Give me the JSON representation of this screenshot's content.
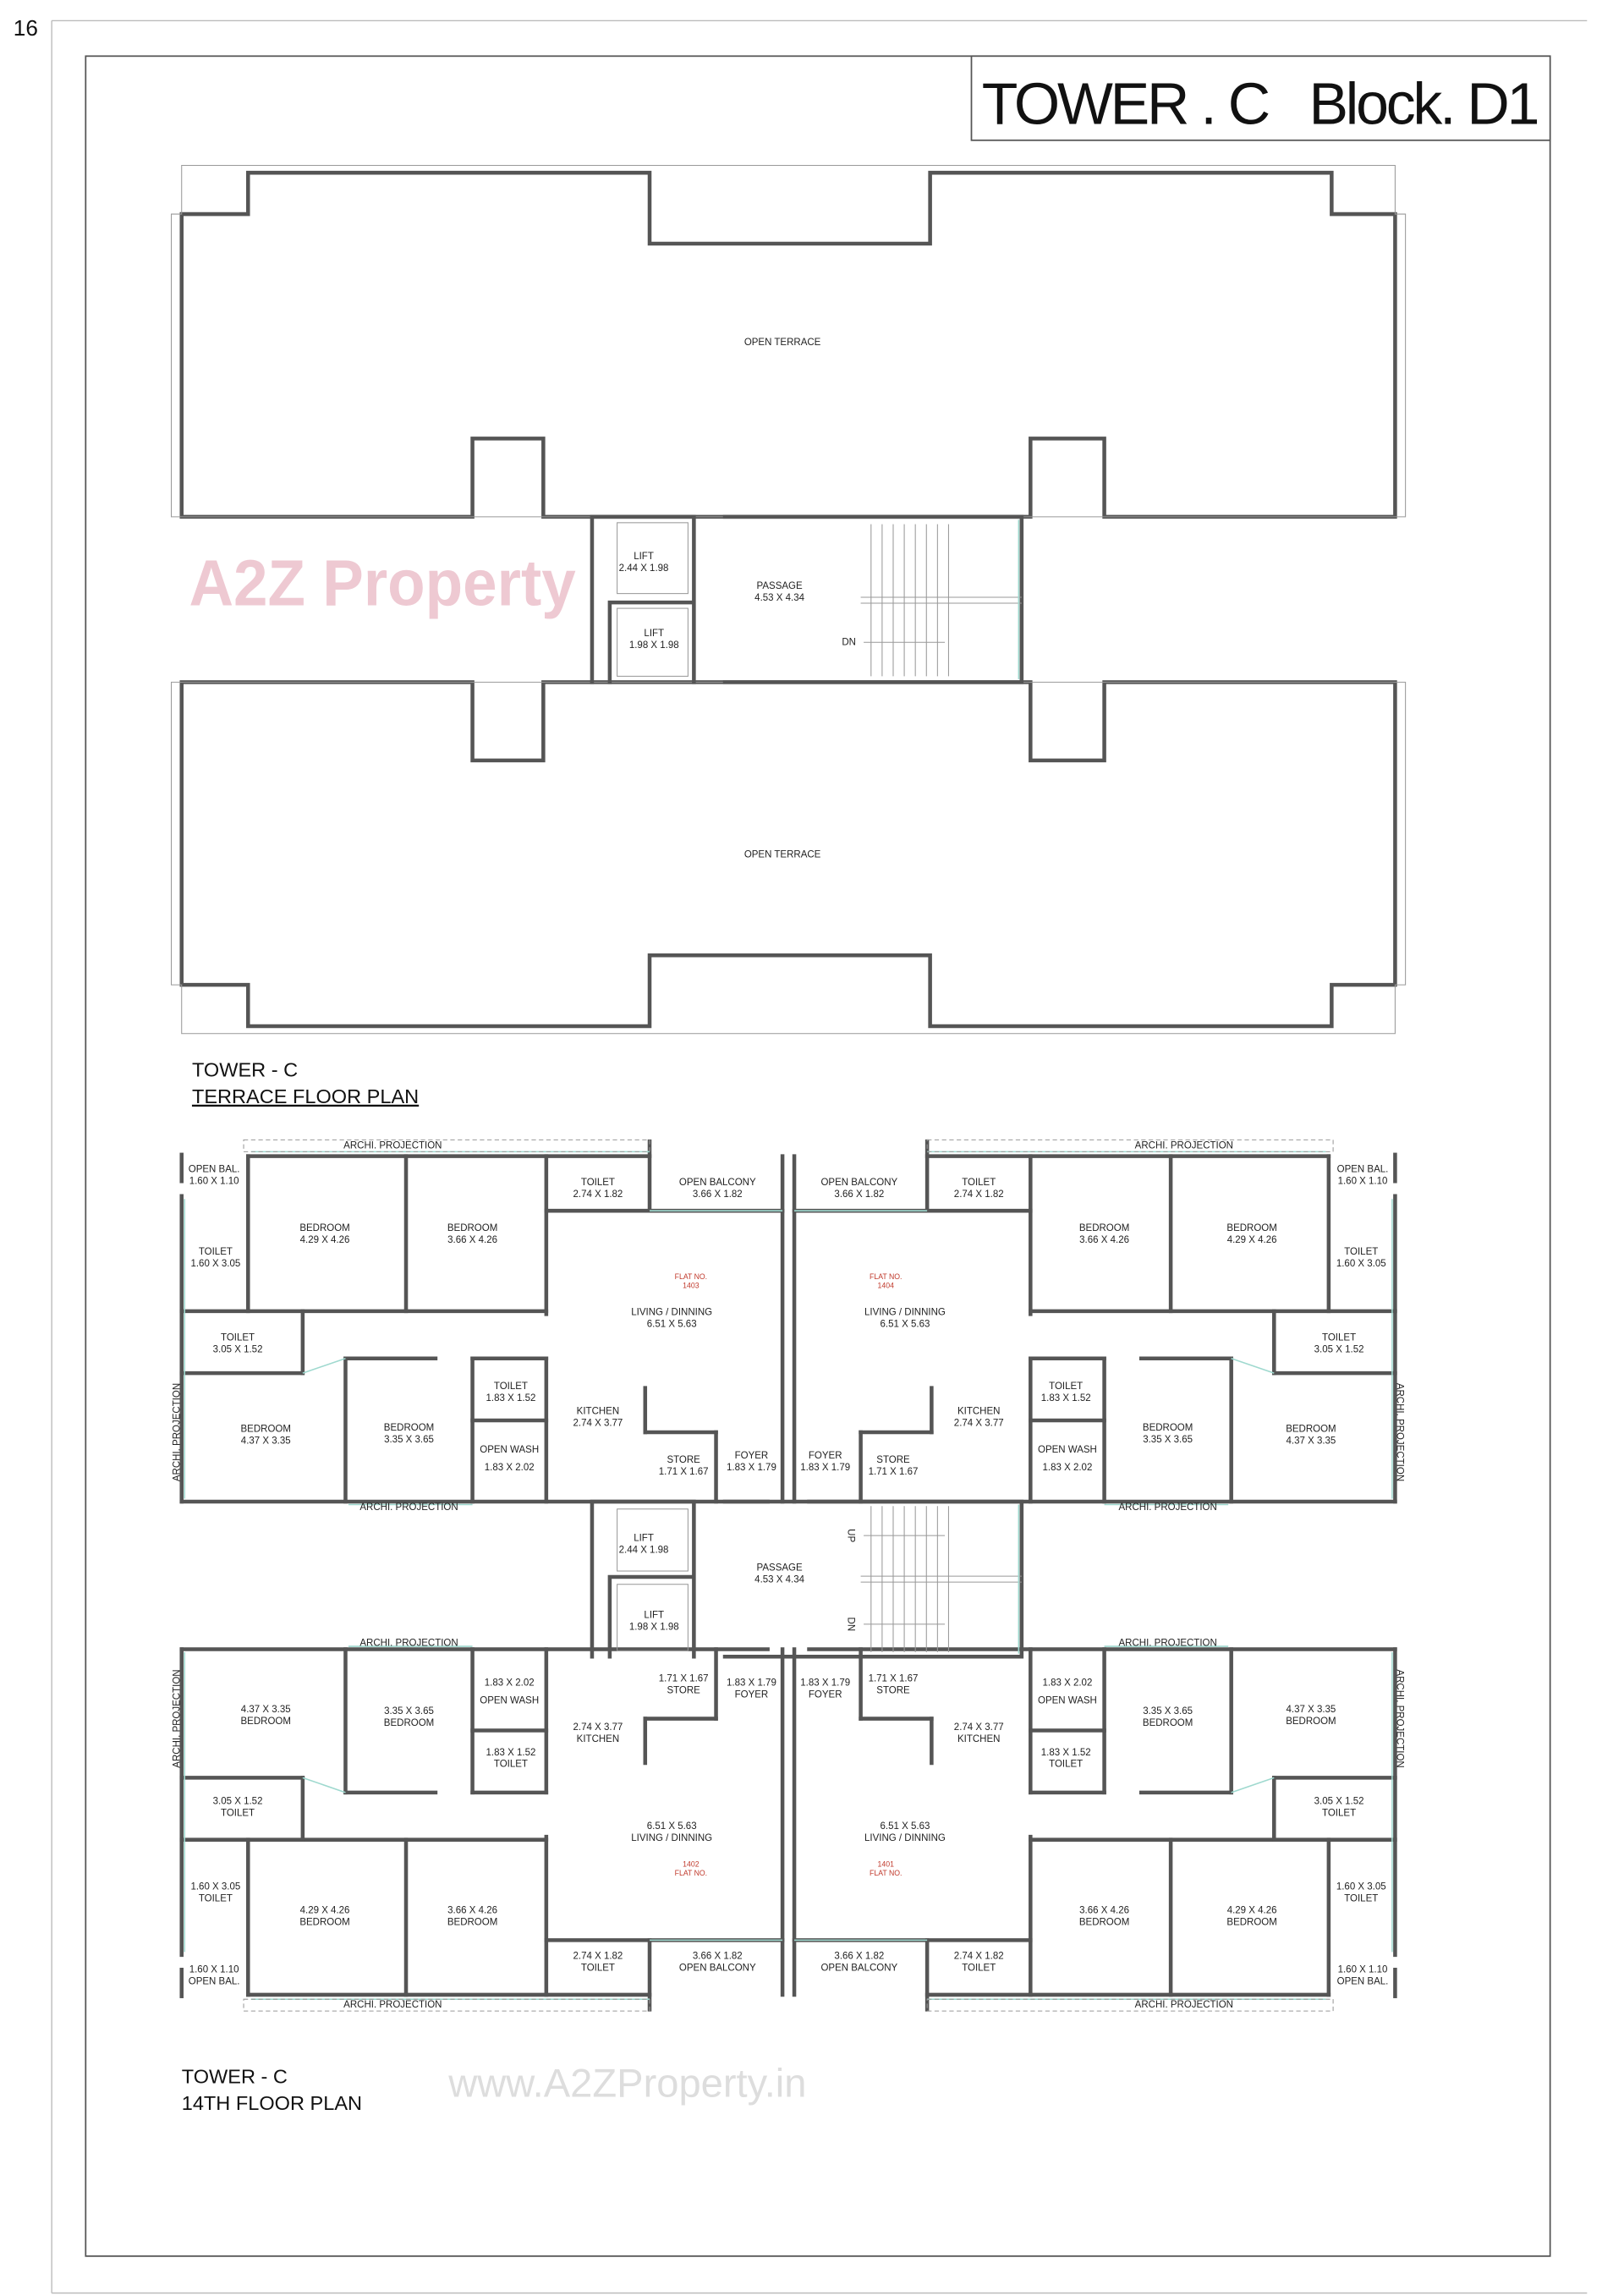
{
  "page_number": "16",
  "title": "TOWER . C   Block. D1",
  "watermark": {
    "logo": "A2Z Property",
    "url": "www.A2ZProperty.in"
  },
  "colors": {
    "walls": "#555555",
    "flat_number": "#c0392b",
    "glazing": "#9fd9cf"
  },
  "terrace": {
    "caption_line1": "TOWER - C",
    "caption_line2": "TERRACE FLOOR PLAN",
    "open_terrace": "OPEN TERRACE",
    "core": {
      "lift_a": {
        "name": "LIFT",
        "size": "2.44 X 1.98"
      },
      "lift_b": {
        "name": "LIFT",
        "size": "1.98 X 1.98"
      },
      "passage": {
        "name": "PASSAGE",
        "size": "4.53 X 4.34"
      },
      "dn": "DN"
    }
  },
  "typical": {
    "caption_line1": "TOWER - C",
    "caption_line2": "14TH FLOOR PLAN",
    "archi_projection": "ARCHI. PROJECTION",
    "core": {
      "lift_a": {
        "name": "LIFT",
        "size": "2.44 X 1.98"
      },
      "lift_b": {
        "name": "LIFT",
        "size": "1.98 X 1.98"
      },
      "passage": {
        "name": "PASSAGE",
        "size": "4.53 X 4.34"
      },
      "up": "UP",
      "dn": "DN"
    },
    "flats": [
      {
        "flat_no_label": "FLAT NO.",
        "flat_no": "1403",
        "rooms": [
          {
            "name": "OPEN BAL.",
            "size": "1.60 X 1.10"
          },
          {
            "name": "TOILET",
            "size": "1.60 X 3.05"
          },
          {
            "name": "BEDROOM",
            "size": "4.29 X 4.26"
          },
          {
            "name": "BEDROOM",
            "size": "3.66 X 4.26"
          },
          {
            "name": "TOILET",
            "size": "2.74 X 1.82"
          },
          {
            "name": "OPEN BALCONY",
            "size": "3.66 X 1.82"
          },
          {
            "name": "LIVING / DINNING",
            "size": "6.51 X 5.63"
          },
          {
            "name": "TOILET",
            "size": "3.05 X 1.52"
          },
          {
            "name": "BEDROOM",
            "size": "4.37 X 3.35"
          },
          {
            "name": "BEDROOM",
            "size": "3.35 X 3.65"
          },
          {
            "name": "TOILET",
            "size": "1.83 X 1.52"
          },
          {
            "name": "OPEN WASH",
            "size": "1.83 X 2.02"
          },
          {
            "name": "KITCHEN",
            "size": "2.74 X 3.77"
          },
          {
            "name": "STORE",
            "size": "1.71 X 1.67"
          },
          {
            "name": "FOYER",
            "size": "1.83 X 1.79"
          }
        ]
      },
      {
        "flat_no_label": "FLAT NO.",
        "flat_no": "1404",
        "rooms": [
          {
            "name": "OPEN BAL.",
            "size": "1.60 X 1.10"
          },
          {
            "name": "TOILET",
            "size": "1.60 X 3.05"
          },
          {
            "name": "BEDROOM",
            "size": "4.29 X 4.26"
          },
          {
            "name": "BEDROOM",
            "size": "3.66 X 4.26"
          },
          {
            "name": "TOILET",
            "size": "2.74 X 1.82"
          },
          {
            "name": "OPEN BALCONY",
            "size": "3.66 X 1.82"
          },
          {
            "name": "LIVING / DINNING",
            "size": "6.51 X 5.63"
          },
          {
            "name": "TOILET",
            "size": "3.05 X 1.52"
          },
          {
            "name": "BEDROOM",
            "size": "4.37 X 3.35"
          },
          {
            "name": "BEDROOM",
            "size": "3.35 X 3.65"
          },
          {
            "name": "TOILET",
            "size": "1.83 X 1.52"
          },
          {
            "name": "OPEN WASH",
            "size": "1.83 X 2.02"
          },
          {
            "name": "KITCHEN",
            "size": "2.74 X 3.77"
          },
          {
            "name": "STORE",
            "size": "1.71 X 1.67"
          },
          {
            "name": "FOYER",
            "size": "1.83 X 1.79"
          }
        ]
      },
      {
        "flat_no_label": "FLAT NO.",
        "flat_no": "1402",
        "rooms": [
          {
            "name": "OPEN BAL.",
            "size": "1.60 X 1.10"
          },
          {
            "name": "TOILET",
            "size": "1.60 X 3.05"
          },
          {
            "name": "BEDROOM",
            "size": "4.29 X 4.26"
          },
          {
            "name": "BEDROOM",
            "size": "3.66 X 4.26"
          },
          {
            "name": "TOILET",
            "size": "2.74 X 1.82"
          },
          {
            "name": "OPEN BALCONY",
            "size": "3.66 X 1.82"
          },
          {
            "name": "LIVING / DINNING",
            "size": "6.51 X 5.63"
          },
          {
            "name": "TOILET",
            "size": "3.05 X 1.52"
          },
          {
            "name": "BEDROOM",
            "size": "4.37 X 3.35"
          },
          {
            "name": "BEDROOM",
            "size": "3.35 X 3.65"
          },
          {
            "name": "TOILET",
            "size": "1.83 X 1.52"
          },
          {
            "name": "OPEN WASH",
            "size": "1.83 X 2.02"
          },
          {
            "name": "KITCHEN",
            "size": "2.74 X 3.77"
          },
          {
            "name": "STORE",
            "size": "1.71 X 1.67"
          },
          {
            "name": "FOYER",
            "size": "1.83 X 1.79"
          }
        ]
      },
      {
        "flat_no_label": "FLAT NO.",
        "flat_no": "1401",
        "rooms": [
          {
            "name": "OPEN BAL.",
            "size": "1.60 X 1.10"
          },
          {
            "name": "TOILET",
            "size": "1.60 X 3.05"
          },
          {
            "name": "BEDROOM",
            "size": "4.29 X 4.26"
          },
          {
            "name": "BEDROOM",
            "size": "3.66 X 4.26"
          },
          {
            "name": "TOILET",
            "size": "2.74 X 1.82"
          },
          {
            "name": "OPEN BALCONY",
            "size": "3.66 X 1.82"
          },
          {
            "name": "LIVING / DINNING",
            "size": "6.51 X 5.63"
          },
          {
            "name": "TOILET",
            "size": "3.05 X 1.52"
          },
          {
            "name": "BEDROOM",
            "size": "4.37 X 3.35"
          },
          {
            "name": "BEDROOM",
            "size": "3.35 X 3.65"
          },
          {
            "name": "TOILET",
            "size": "1.83 X 1.52"
          },
          {
            "name": "OPEN WASH",
            "size": "1.83 X 2.02"
          },
          {
            "name": "KITCHEN",
            "size": "2.74 X 3.77"
          },
          {
            "name": "STORE",
            "size": "1.71 X 1.67"
          },
          {
            "name": "FOYER",
            "size": "1.83 X 1.79"
          }
        ]
      }
    ]
  }
}
